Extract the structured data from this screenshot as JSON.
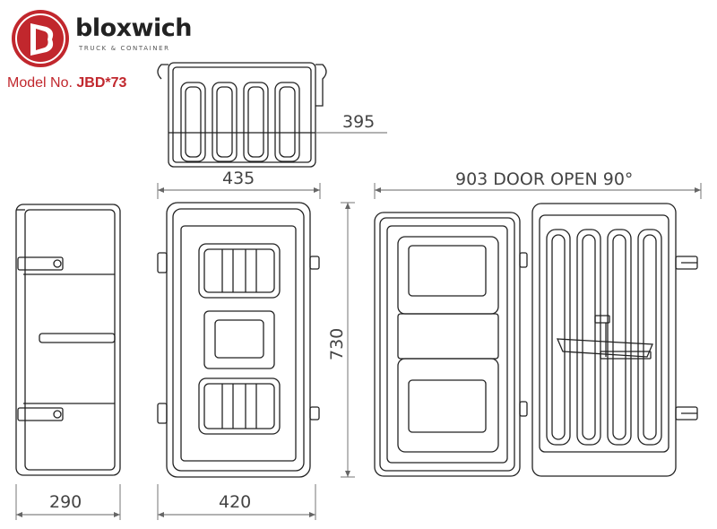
{
  "brand": {
    "name": "bloxwich",
    "tagline": "TRUCK & CONTAINER",
    "logo_color": "#c1272d",
    "model_prefix": "Model No.",
    "model_number": "JBD*73"
  },
  "dimensions": {
    "top_depth": "395",
    "front_width_top": "435",
    "height": "730",
    "side_depth": "290",
    "front_width_bottom": "420",
    "door_open": "903 DOOR OPEN 90°"
  },
  "colors": {
    "line": "#222222",
    "dimension": "#555555",
    "accent": "#c1272d"
  }
}
